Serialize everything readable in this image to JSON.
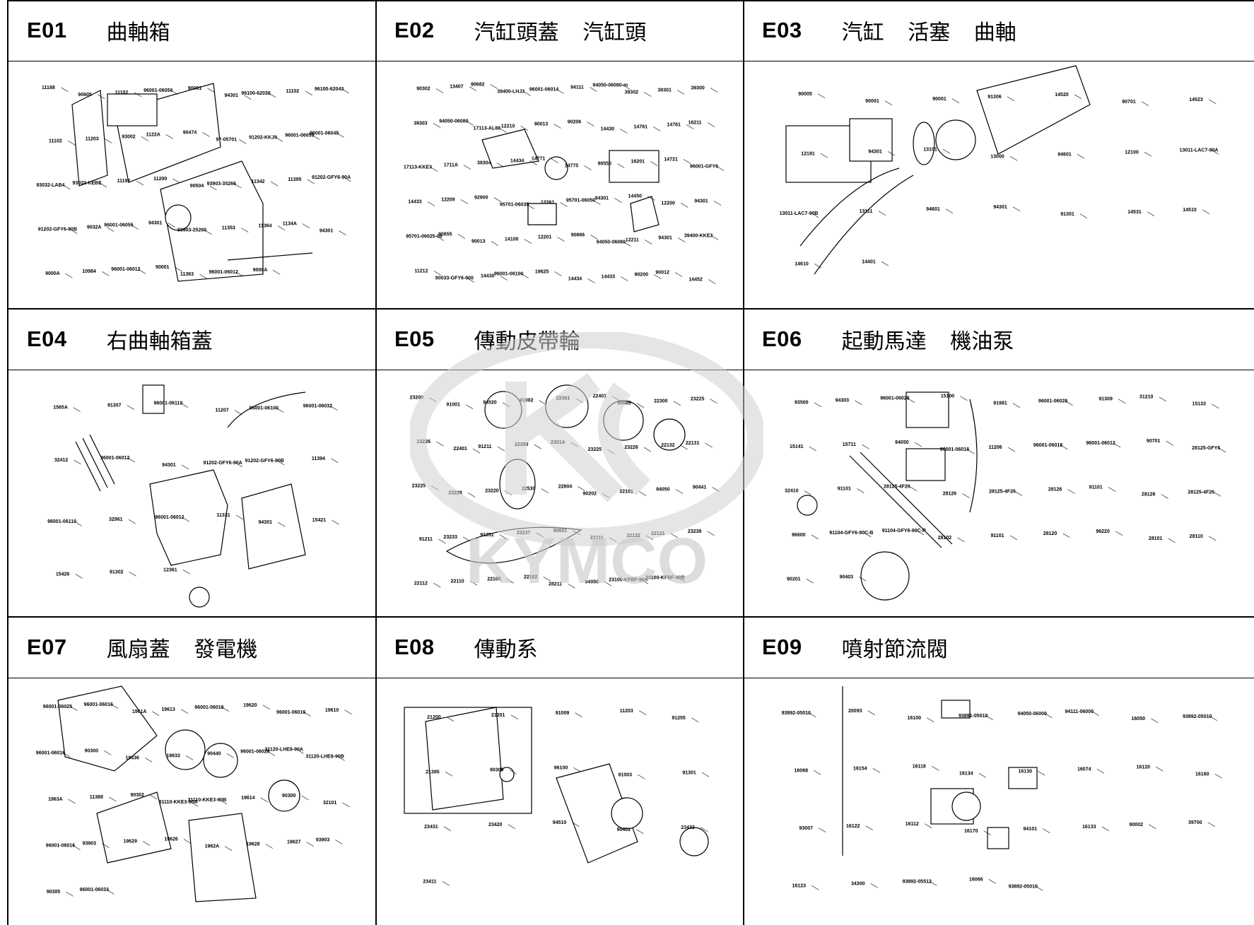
{
  "cells": [
    {
      "code": "E01",
      "name": "曲軸箱",
      "labels": [
        "11188",
        "90605",
        "11102",
        "96001-06050",
        "90001",
        "94301",
        "96100-62030",
        "11102",
        "96100-62043",
        "11102",
        "11203",
        "93002",
        "1122A",
        "90474",
        "97-05701",
        "91202-KKJ9",
        "96001-06055",
        "96001-06045",
        "93032-LAB4",
        "93032-KEBE",
        "11192",
        "11200",
        "90504",
        "93903-35266",
        "11342",
        "11395",
        "91202-GFY6-90A",
        "91202-GFY6-90B",
        "9032A",
        "96001-06055",
        "94301",
        "93903-25260",
        "11353",
        "11364",
        "1134A",
        "94301",
        "9000A",
        "10984",
        "96001-06012",
        "90001",
        "11363",
        "96001-06012",
        "9000A"
      ]
    },
    {
      "code": "E02",
      "name": "汽缸頭蓋 汽缸頭",
      "labels": [
        "90302",
        "13407",
        "90682",
        "39400-LHJ3",
        "96001-06014",
        "94111",
        "94050-06080-m",
        "39302",
        "39301",
        "39300",
        "39303",
        "94050-06080",
        "17113-AL88",
        "12210",
        "90013",
        "90206",
        "14430",
        "14761",
        "14761",
        "16211",
        "17113-KKE3",
        "1711A",
        "39304",
        "14434",
        "14771",
        "14775",
        "90550",
        "16201",
        "14721",
        "96001-GFY6",
        "14433",
        "12209",
        "92900",
        "95701-06035",
        "12261",
        "95701-06050",
        "94301",
        "14450",
        "12200",
        "94301",
        "95701-06025-08",
        "90655",
        "90013",
        "14100",
        "12201",
        "90666",
        "94050-06080",
        "12211",
        "94301",
        "39400-KKE3",
        "11212",
        "90033-GFY6-900",
        "14430",
        "96001-06100",
        "19625",
        "14434",
        "14433",
        "90200",
        "90012",
        "14452"
      ]
    },
    {
      "code": "E03",
      "name": "汽缸 活塞 曲軸",
      "labels": [
        "90005",
        "90001",
        "90001",
        "91306",
        "14520",
        "90701",
        "14523",
        "12191",
        "94301",
        "13101",
        "13000",
        "94601",
        "12100",
        "13011-LAC7-90A",
        "13011-LAC7-90B",
        "13111",
        "94601",
        "94301",
        "91301",
        "14531",
        "14510",
        "14610",
        "14401"
      ]
    },
    {
      "code": "E04",
      "name": "右曲軸箱蓋",
      "labels": [
        "1565A",
        "91307",
        "96001-06110",
        "11207",
        "96001-06100",
        "96001-06032",
        "32412",
        "96001-06012",
        "94301",
        "91202-GFY6-90A",
        "91202-GFY6-90B",
        "11394",
        "96001-06110",
        "32961",
        "96001-06012",
        "11331",
        "94301",
        "15421",
        "15426",
        "91302",
        "12361"
      ]
    },
    {
      "code": "E05",
      "name": "傳動皮帶輪",
      "labels": [
        "23200",
        "91001",
        "94520",
        "91002",
        "22361",
        "22401",
        "90605",
        "22300",
        "23225",
        "23226",
        "22401",
        "91211",
        "22350",
        "2301A",
        "23225",
        "23226",
        "22132",
        "22131",
        "23225",
        "23226",
        "23220",
        "22530",
        "22804",
        "90202",
        "22101",
        "94050",
        "90441",
        "91211",
        "23233",
        "91351",
        "23237",
        "90601",
        "22111",
        "22132",
        "22121",
        "23238",
        "22112",
        "22110",
        "22105",
        "22102",
        "28211",
        "94050",
        "23100-KFBF-90A",
        "23100-KFBF-90B"
      ]
    },
    {
      "code": "E06",
      "name": "起動馬達 機油泵",
      "labels": [
        "93500",
        "94303",
        "96001-06028",
        "15100",
        "91981",
        "96001-06028",
        "91309",
        "31210",
        "15133",
        "15141",
        "15711",
        "94050",
        "96001-06018",
        "11206",
        "96001-06018",
        "96001-06012",
        "90701",
        "28125-GFY6",
        "32410",
        "91101",
        "28125-4F26",
        "28126",
        "28125-4F26",
        "28126",
        "91101",
        "28126",
        "28125-4F26",
        "96600",
        "91104-GFY6-90C-B",
        "91104-GFY6-90C-R",
        "28102",
        "91101",
        "28120",
        "96220",
        "28101",
        "28110",
        "90201",
        "90403"
      ]
    },
    {
      "code": "E07",
      "name": "風扇蓋 發電機",
      "labels": [
        "96001-06025",
        "96001-06016",
        "1961A",
        "19613",
        "96001-06016",
        "19620",
        "96001-06016",
        "19610",
        "96001-06016",
        "90300",
        "19636",
        "19633",
        "90440",
        "96001-06028",
        "31120-LHE8-90A",
        "31120-LHE8-90B",
        "1963A",
        "11388",
        "90302",
        "31110-KKE3-90A",
        "31110-KKE3-90B",
        "19614",
        "90300",
        "32101",
        "96001-06016",
        "93903",
        "19629",
        "19626",
        "1962A",
        "19628",
        "19627",
        "93903",
        "90305",
        "96001-06033"
      ]
    },
    {
      "code": "E08",
      "name": "傳動系",
      "labels": [
        "21200",
        "21201",
        "91009",
        "11203",
        "91255",
        "21395",
        "90309",
        "96100",
        "91003",
        "91301",
        "23431",
        "23420",
        "94510",
        "90451",
        "23432",
        "23411"
      ]
    },
    {
      "code": "E09",
      "name": "噴射節流閥",
      "labels": [
        "93892-05010",
        "20093",
        "16100",
        "93891-05010",
        "94050-06000",
        "94111-06000",
        "16050",
        "93892-05010",
        "16068",
        "16154",
        "16118",
        "16134",
        "16130",
        "16074",
        "16120",
        "16160",
        "93007",
        "16122",
        "16112",
        "16170",
        "94101",
        "16133",
        "90002",
        "39700",
        "16123",
        "34300",
        "93892-05512",
        "16066",
        "93892-05010"
      ]
    }
  ],
  "watermark": {
    "text": "KYMCO",
    "color": "#c8c8c8"
  }
}
